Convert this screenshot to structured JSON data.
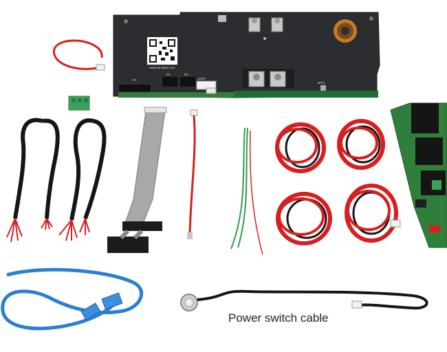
{
  "board": {
    "brand_text": "www.JK-BMS.com",
    "connector_labels": [
      "P1",
      "P2",
      "P3",
      "UART",
      "BAT1"
    ]
  },
  "caption": {
    "text": "Power switch cable"
  },
  "colors": {
    "pcb_black": "#2b2d30",
    "pcb_green": "#2f7f3a",
    "wire_red": "#d81e1e",
    "wire_black": "#151515",
    "ribbon_gray": "#9a9a9a",
    "ethernet_blue": "#2a7fd0",
    "terminal_green": "#3aa55a"
  },
  "icons": [
    "qr-code-icon",
    "toroid-inductor-icon"
  ]
}
